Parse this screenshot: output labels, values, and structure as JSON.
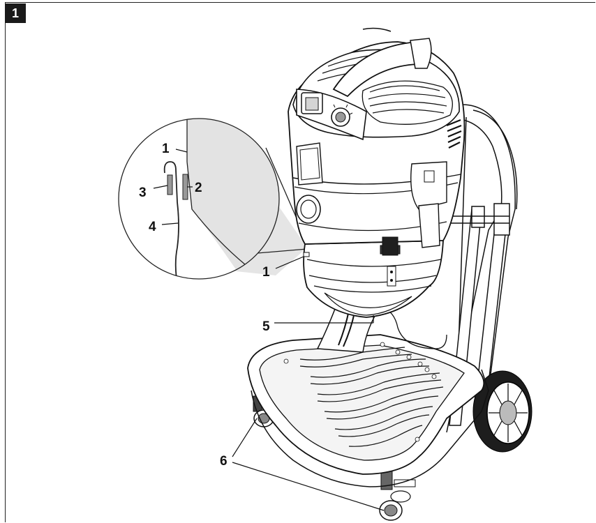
{
  "figure": {
    "number": "1"
  },
  "callouts": {
    "inset_1": "1",
    "inset_2": "2",
    "inset_3": "3",
    "inset_4": "4",
    "main_1": "1",
    "main_5": "5",
    "main_6": "6"
  }
}
